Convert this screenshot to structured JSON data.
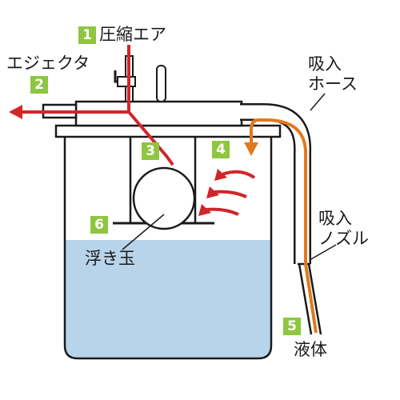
{
  "labels": {
    "compressed_air": "圧縮エア",
    "ejector": "エジェクタ",
    "suction_hose_line1": "吸入",
    "suction_hose_line2": "ホース",
    "suction_nozzle_line1": "吸入",
    "suction_nozzle_line2": "ノズル",
    "float_ball": "浮き玉",
    "liquid": "液体"
  },
  "steps": [
    "1",
    "2",
    "3",
    "4",
    "5",
    "6"
  ],
  "colors": {
    "air_arrow": "#d0262a",
    "intake_arrow": "#e07a1f",
    "liquid": "#b8d4ea",
    "badge": "#8ec641",
    "outline": "#1a1a1a"
  }
}
